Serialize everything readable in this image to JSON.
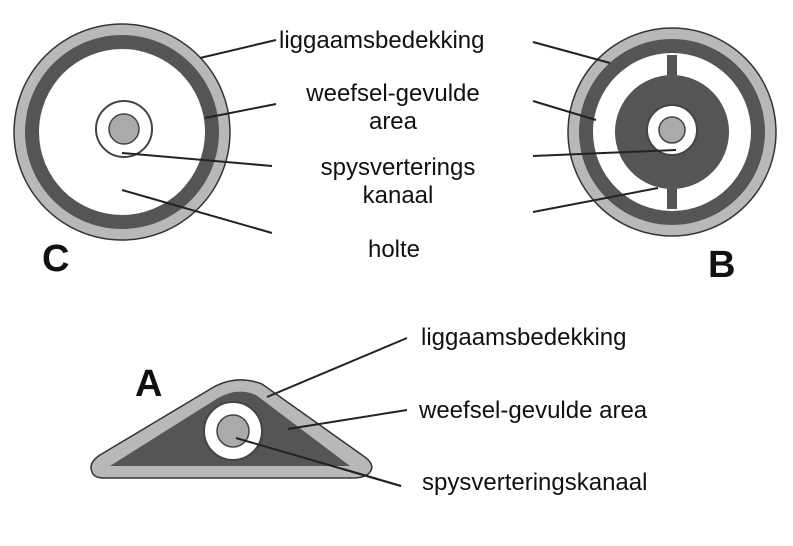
{
  "top_labels": {
    "body_covering": "liggaamsbedekking",
    "tissue_area_line1": "weefsel-gevulde",
    "tissue_area_line2": "area",
    "gut_line1": "spysverterings",
    "gut_line2": "kanaal",
    "cavity": "holte"
  },
  "bottom_labels": {
    "body_covering": "liggaamsbedekking",
    "tissue_area": "weefsel-gevulde area",
    "gut": "spysverteringskanaal"
  },
  "diagram_letters": {
    "c": "C",
    "b": "B",
    "a": "A"
  },
  "colors": {
    "outer_ring": "#b8b8b8",
    "tissue": "#555555",
    "cavity": "#ffffff",
    "gut": "#aaaaaa",
    "outline": "#333333",
    "leader": "#222222"
  }
}
